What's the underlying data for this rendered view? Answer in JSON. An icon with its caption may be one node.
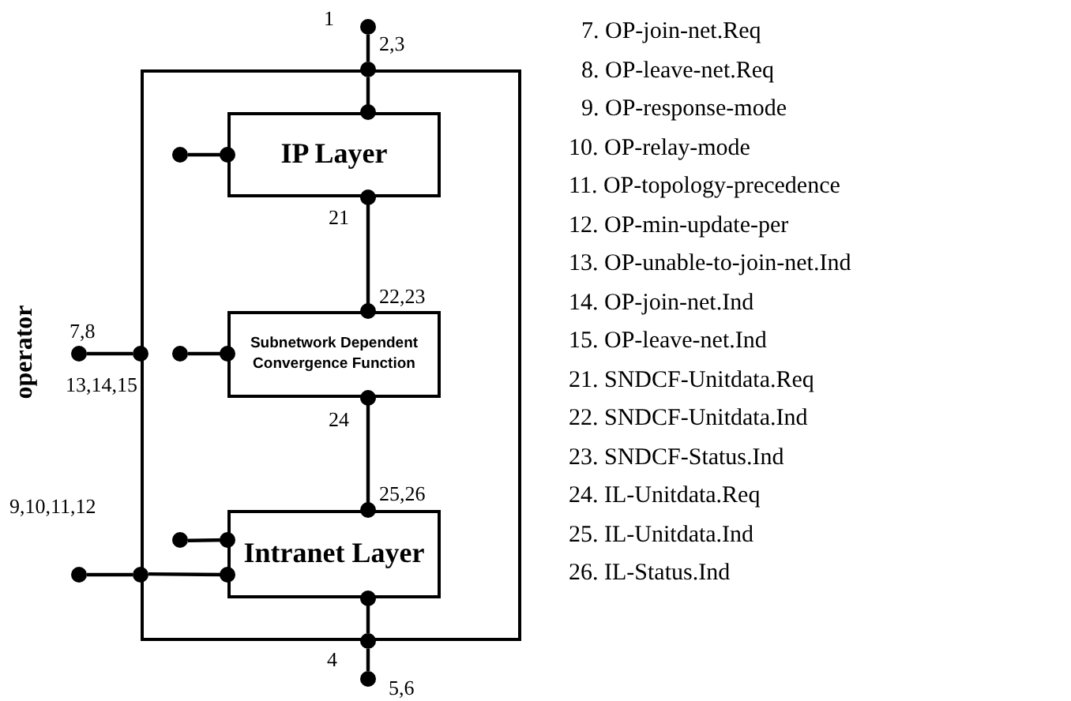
{
  "diagram": {
    "nodes": [
      {
        "text": [],
        "shape": "box"
      },
      {
        "text": [
          "IP Layer"
        ],
        "in": 0,
        "beside": [
          "21"
        ]
      },
      {
        "text": [
          "Subnetwork Dependent Convergence Function"
        ],
        "in": 0,
        "beside": [
          "24"
        ]
      },
      {
        "text": [
          "Intranet Layer"
        ],
        "in": 0
      },
      {
        "text": [],
        "shape": "circle"
      },
      {
        "text": [],
        "shape": "circle",
        "in": 0
      },
      {
        "text": [],
        "shape": "circle",
        "in": 0
      },
      {
        "text": [],
        "shape": "circle"
      },
      {
        "text": [],
        "shape": "circle",
        "in": 0
      },
      {
        "text": [],
        "shape": "circle"
      },
      {
        "text": [],
        "shape": "circle"
      },
      {
        "text": [],
        "shape": "circle"
      },
      {
        "text": [],
        "shape": "circle"
      },
      {
        "text": [],
        "shape": "circle"
      },
      {
        "text": [],
        "shape": "circle"
      }
    ],
    "edges": [
      {
        "from": 4,
        "to": 11,
        "arrow": "none"
      },
      {
        "from": 11,
        "to": 1,
        "arrow": "other"
      },
      {
        "from": 1,
        "to": 2,
        "arrow": "other"
      },
      {
        "from": 2,
        "to": 3,
        "arrow": "other"
      },
      {
        "from": 3,
        "to": 13,
        "arrow": "other"
      },
      {
        "from": 13,
        "to": 10,
        "arrow": "none"
      },
      {
        "from": 5,
        "to": 1,
        "arrow": "other"
      },
      {
        "from": 6,
        "to": 2,
        "arrow": "other"
      },
      {
        "from": 7,
        "to": 14,
        "arrow": "none"
      },
      {
        "from": 8,
        "to": 3,
        "arrow": "other"
      },
      {
        "from": 9,
        "to": 12,
        "arrow": "none"
      },
      {
        "from": 12,
        "to": 3,
        "arrow": "other"
      }
    ],
    "labels": [
      "1",
      "2,3",
      "22,23",
      "7,8",
      "13,14,15",
      "25,26",
      "9,10,11,12",
      "4",
      "5,6",
      "operator",
      "7. OP-join-net.Req",
      "8. OP-leave-net.Req",
      "9. OP-response-mode",
      "10. OP-relay-mode",
      "11. OP-topology-precedence",
      "12. OP-min-update-per",
      "13. OP-unable-to-join-net.Ind",
      "14. OP-join-net.Ind",
      "15. OP-leave-net.Ind",
      "21. SNDCF-Unitdata.Req",
      "22. SNDCF-Unitdata.Ind",
      "23. SNDCF-Status.Ind",
      "24. IL-Unitdata.Req",
      "25. IL-Unitdata.Ind",
      "26. IL-Status.Ind"
    ]
  }
}
